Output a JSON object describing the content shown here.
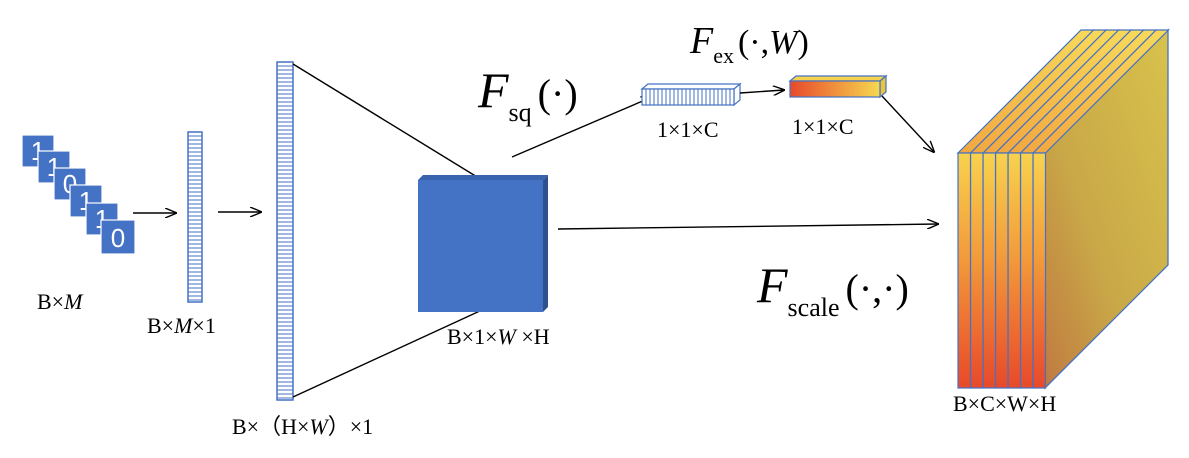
{
  "input": {
    "bits": [
      "1",
      "1",
      "0",
      "1",
      "1",
      "0"
    ],
    "label_a": "B×",
    "label_b": "M"
  },
  "vector": {
    "label_a": "B×",
    "label_b": "M",
    "label_c": "×1"
  },
  "tall_vector": {
    "label_a": "B×（H×",
    "label_b": "W",
    "label_c": "）×1"
  },
  "square": {
    "label_a": "B×1×",
    "label_b": "W",
    "label_c": " ×H"
  },
  "squeeze": {
    "f": "F",
    "sub": "sq",
    "args": "(·)"
  },
  "squeeze_vector": {
    "label": "1×1×C"
  },
  "excite": {
    "f": "F",
    "sub": "ex",
    "args_a": "(·,",
    "args_b": "W",
    "args_c": ")"
  },
  "excite_vector": {
    "label": "1×1×C"
  },
  "scale": {
    "f": "F",
    "sub": "scale",
    "args": "(·,·)"
  },
  "output": {
    "label": "B×C×W×H"
  },
  "colors": {
    "block_blue": "#4472C4",
    "block_blue_dark": "#2F528F",
    "orange_red": "#E8492A",
    "yellow": "#F2D04A",
    "olive": "#C9B040"
  }
}
